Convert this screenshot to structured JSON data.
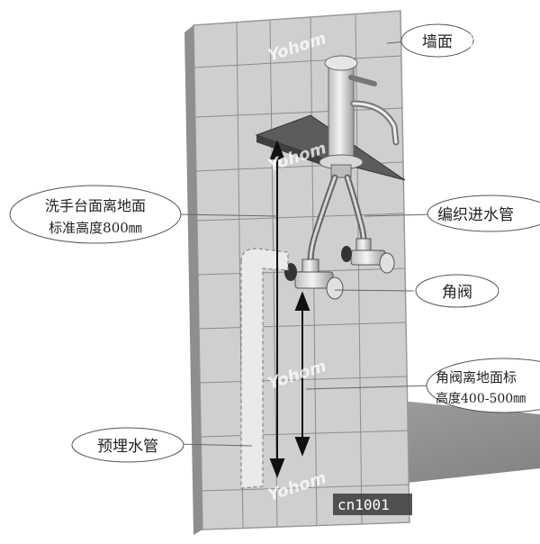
{
  "labels": {
    "wall": "墙面",
    "basin_height_line1": "洗手台面离地面",
    "basin_height_line2": "标准高度800㎜",
    "braided_hose": "编织进水管",
    "angle_valve": "角阀",
    "valve_height_line1": "角阀离地面标",
    "valve_height_line2": "高度400-500㎜",
    "embedded_pipe": "预埋水管"
  },
  "watermark": "Yohom",
  "footer_text": "cn1001",
  "colors": {
    "wall": "#cfcfcf",
    "wall_edge": "#9a9a9a",
    "tile_line": "#8c8c8c",
    "floor": "#9e9e9e",
    "floor_dark": "#7a7a7a",
    "callout_fill": "#ffffff",
    "callout_stroke": "#555555",
    "text": "#222222",
    "watermark": "#ffffff",
    "footer_bg": "#3a3a3a",
    "footer_text": "#ffffff"
  }
}
